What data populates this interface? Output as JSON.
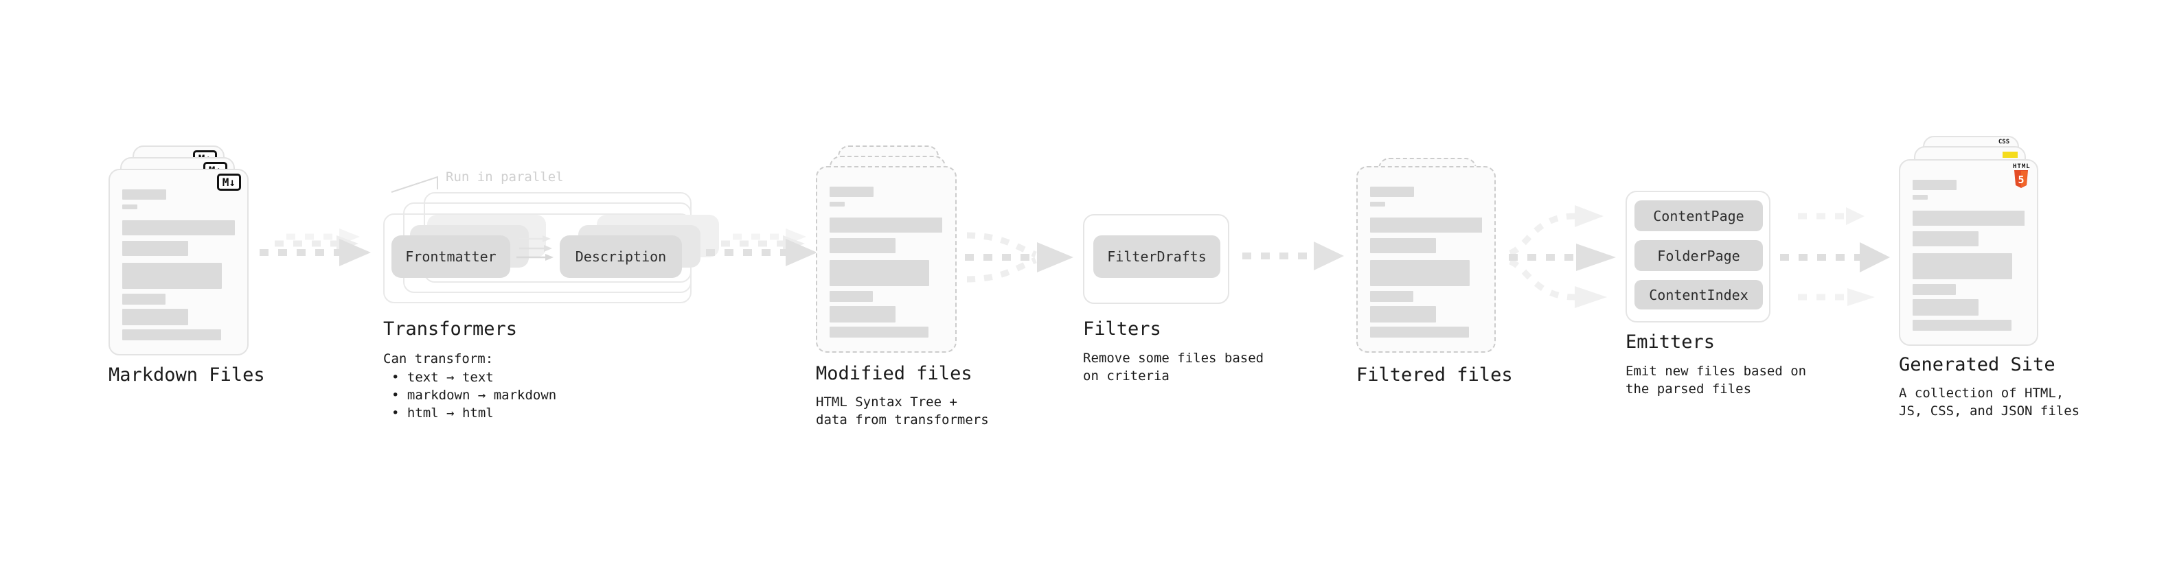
{
  "colors": {
    "ink": "#1b1b1b",
    "card_bg": "#fbfbfb",
    "card_border": "#e3e3e3",
    "dashed_border": "#cccccc",
    "pill_bg": "#dcdcdc",
    "arrow_gray": "#e0e0e0",
    "arrow_ghost": "#f0f0f0",
    "annotation_gray": "#cfcfcf",
    "html5_orange": "#e44d26",
    "html5_orange_light": "#f16529",
    "js_yellow": "#f5dc1c",
    "css_blue": "#2863f2"
  },
  "markdown_files": {
    "label": "Markdown Files",
    "badge": "M↓"
  },
  "transformers": {
    "annotation": "Run in parallel",
    "pill_left": "Frontmatter",
    "pill_right": "Description",
    "label": "Transformers",
    "caption_title": "Can transform:",
    "bullets": [
      "• text → text",
      "• markdown → markdown",
      "• html → html"
    ]
  },
  "modified_files": {
    "label": "Modified files",
    "caption": "HTML Syntax Tree +\ndata from transformers"
  },
  "filters": {
    "pill": "FilterDrafts",
    "label": "Filters",
    "caption": "Remove some files based\non criteria"
  },
  "filtered_files": {
    "label": "Filtered files"
  },
  "emitters": {
    "pills": [
      "ContentPage",
      "FolderPage",
      "ContentIndex"
    ],
    "label": "Emitters",
    "caption": "Emit new files based on\nthe parsed files"
  },
  "generated_site": {
    "label": "Generated Site",
    "caption": "A collection of HTML,\nJS, CSS, and JSON files",
    "badge_css": "CSS",
    "badge_html_top": "HTML",
    "badge_html_number": "5"
  }
}
